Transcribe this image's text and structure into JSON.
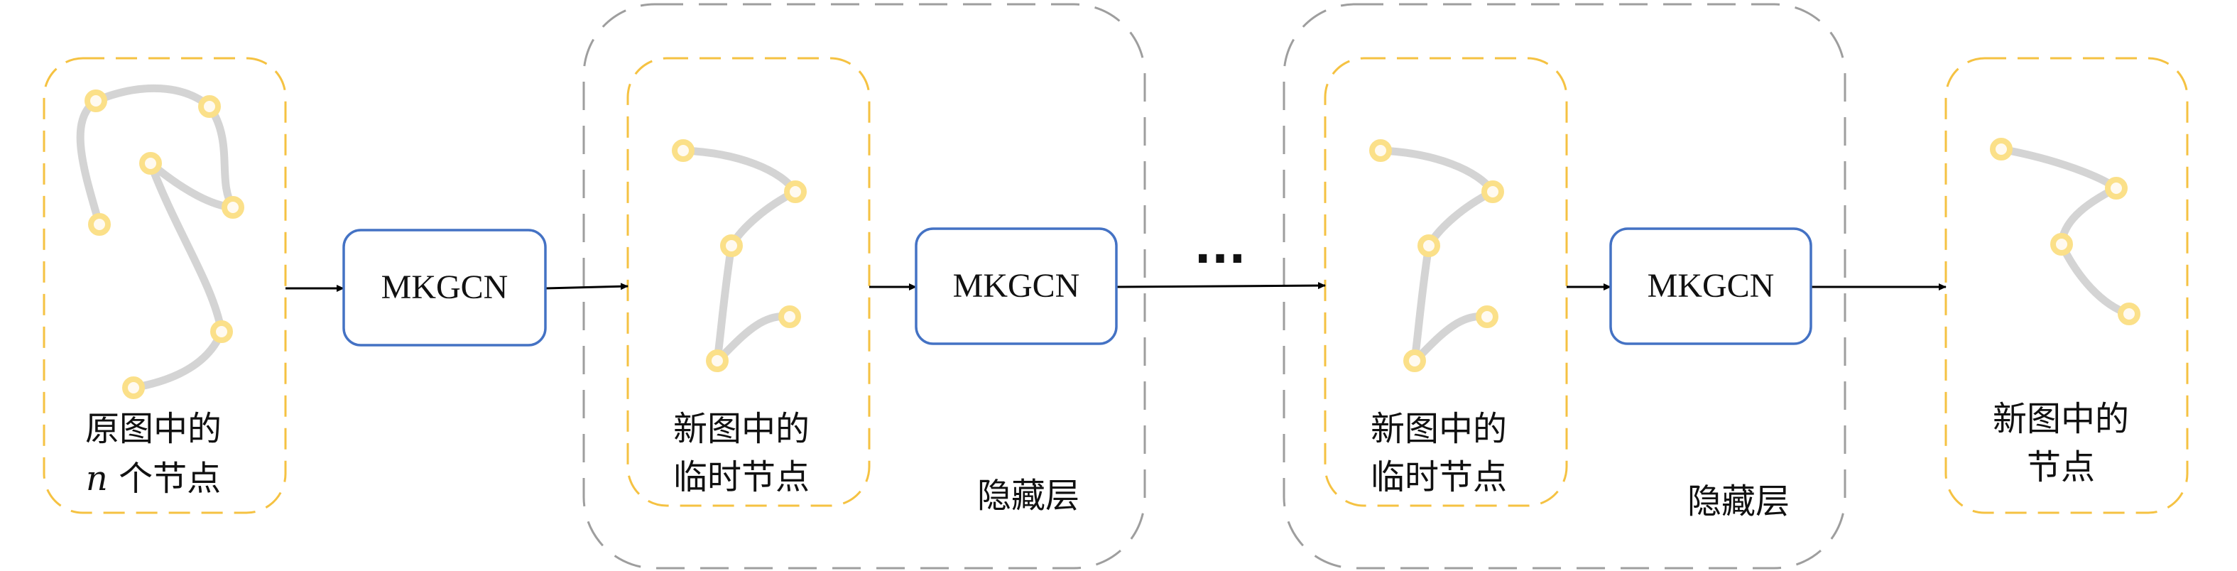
{
  "colors": {
    "group_border": "#f5c242",
    "hidden_border": "#9e9e9e",
    "module_border": "#4472c4",
    "edge": "#d4d4d4",
    "node_stroke": "#fbe089",
    "node_fill": "#fffaf0",
    "arrow": "#000000"
  },
  "groups": {
    "original": {
      "line1": "原图中的",
      "line2_var": "n",
      "line2_rest": " 个节点"
    },
    "temp1": {
      "line1": "新图中的",
      "line2": "临时节点"
    },
    "temp2": {
      "line1": "新图中的",
      "line2": "临时节点"
    },
    "final": {
      "line1": "新图中的",
      "line2": "节点"
    }
  },
  "hidden_layers": [
    {
      "label": "隐藏层"
    },
    {
      "label": "隐藏层"
    }
  ],
  "modules": [
    {
      "label": "MKGCN"
    },
    {
      "label": "MKGCN"
    },
    {
      "label": "MKGCN"
    }
  ],
  "ellipsis": "...",
  "icons": {
    "node": "circle-node-icon",
    "arrow": "arrow-right-icon"
  }
}
